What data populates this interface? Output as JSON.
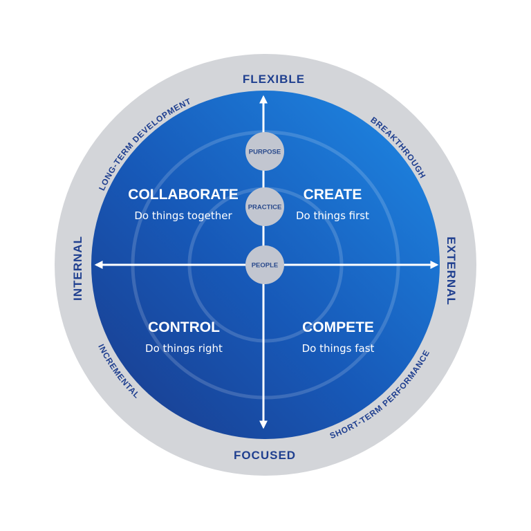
{
  "axes": {
    "top": "FLEXIBLE",
    "bottom": "FOCUSED",
    "left": "INTERNAL",
    "right": "EXTERNAL"
  },
  "rim": {
    "top_left": "LONG-TERM DEVELOPMENT",
    "top_right": "BREAKTHROUGH",
    "bottom_left": "INCREMENTAL",
    "bottom_right": "SHORT-TERM PERFORMANCE"
  },
  "quadrants": {
    "collaborate": {
      "title": "COLLABORATE",
      "subtitle": "Do things together"
    },
    "create": {
      "title": "CREATE",
      "subtitle": "Do things first"
    },
    "control": {
      "title": "CONTROL",
      "subtitle": "Do things right"
    },
    "compete": {
      "title": "COMPETE",
      "subtitle": "Do things fast"
    }
  },
  "hubs": {
    "purpose": "PURPOSE",
    "practice": "PRACTICE",
    "people": "PEOPLE"
  },
  "colors": {
    "outer_ring": "#d3d5d9",
    "disc_light": "#1e88e5",
    "disc_dark": "#1a3c8f",
    "label_text": "#1f3f8f",
    "hub_fill": "#c2c6d0"
  }
}
